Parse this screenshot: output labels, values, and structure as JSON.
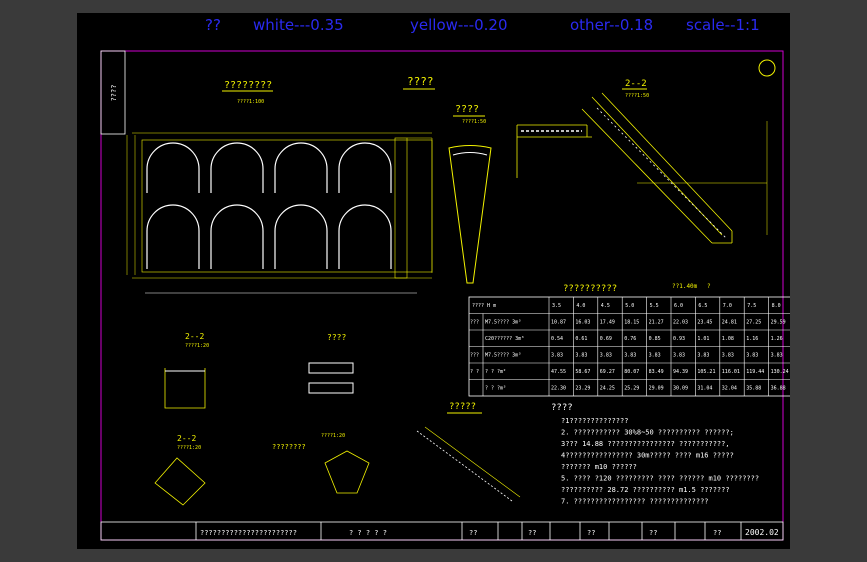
{
  "header": {
    "q": "??",
    "white": "white---0.35",
    "yellow": "yellow---0.20",
    "other": "other--0.18",
    "scale": "scale--1:1"
  },
  "side_label": "????",
  "views": {
    "elevation_title": "????????",
    "elevation_scale": "????1:100",
    "plan_title": "????",
    "section_title": "????",
    "section_scale": "????1:50",
    "detail22_title": "2--2",
    "detail22_scale": "????1:50",
    "detail_a_title": "2--2",
    "detail_a_scale": "????1:20",
    "detail_b_title": "????",
    "detail_c_title": "2--2",
    "detail_c_scale": "????1:20",
    "detail_d_title": "????????",
    "detail_d_scale": "????1:20",
    "detail_e_title": "?????"
  },
  "table": {
    "title": "??????????",
    "scale_note": "??1.40m",
    "scale_note2": "?",
    "header": [
      "???? H m",
      "3.5",
      "4.0",
      "4.5",
      "5.0",
      "5.5",
      "6.0",
      "6.5",
      "7.0",
      "7.5",
      "8.0"
    ],
    "rows": [
      {
        "g": "???",
        "label": "M7.5???? 3m³",
        "values": [
          "10.87",
          "16.03",
          "17.49",
          "18.15",
          "21.27",
          "22.03",
          "23.45",
          "24.81",
          "27.25",
          "29.59"
        ]
      },
      {
        "g": "",
        "label": "C20?????? 3m³",
        "values": [
          "0.54",
          "0.61",
          "0.69",
          "0.76",
          "0.85",
          "0.93",
          "1.01",
          "1.08",
          "1.16",
          "1.26"
        ]
      },
      {
        "g": "???",
        "label": "M7.5???? 3m³",
        "values": [
          "3.83",
          "3.83",
          "3.83",
          "3.83",
          "3.83",
          "3.83",
          "3.83",
          "3.83",
          "3.83",
          "3.83"
        ]
      },
      {
        "g": "? ?",
        "label": "? ? ?m²",
        "values": [
          "47.55",
          "58.67",
          "69.27",
          "80.07",
          "83.49",
          "94.39",
          "105.21",
          "116.01",
          "119.44",
          "130.24"
        ]
      },
      {
        "g": "",
        "label": "? ? ?m³",
        "values": [
          "22.30",
          "23.29",
          "24.25",
          "25.29",
          "29.09",
          "30.09",
          "31.04",
          "32.04",
          "35.88",
          "36.88"
        ]
      }
    ]
  },
  "notes": {
    "title": "????",
    "lines": [
      "?1??????????????",
      "2. ???????????  30%8~50      ??????????          ??????;",
      "3??? 14.88      ????????????????    ???????????,",
      "4????????????????    30m????? ???? m16       ?????",
      "???????  m10    ??????",
      "5.  ???? ?120      ????????? ???? ?????? m10         ????????",
      "??????????  28.72    ?????????? m1.5         ???????",
      "7.  ?????????????????    ??????????????"
    ]
  },
  "title_block": {
    "project": "???????????????????????",
    "drawing": "? ? ? ? ?",
    "design": "??",
    "check": "??",
    "review": "??",
    "drawing_no": "??",
    "date_label": "??",
    "date": "2002.02"
  },
  "colors": {
    "yellow": "#f2f200",
    "white": "#ffffff",
    "blue": "#2a2af0",
    "magenta": "#d000d0"
  }
}
